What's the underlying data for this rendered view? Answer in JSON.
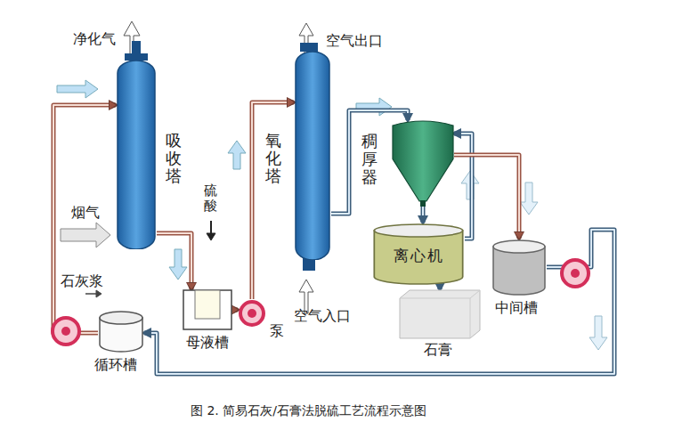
{
  "diagram": {
    "caption": "图 2. 简易石灰/石膏法脱硫工艺流程示意图",
    "nodes": [
      {
        "text": [
          "吸收塔"
        ]
      },
      {
        "text": [
          "氧化塔"
        ]
      },
      {
        "text": [
          "稠厚器"
        ]
      },
      {
        "text": [
          "离心机"
        ]
      },
      {
        "text": [
          "母液槽"
        ]
      },
      {
        "text": [
          "泵"
        ]
      },
      {
        "text": [
          "中间槽"
        ]
      },
      {
        "text": [
          "循环槽"
        ]
      },
      {
        "text": [
          "石膏"
        ]
      }
    ],
    "edges": [
      {
        "from": 0,
        "to": 4,
        "arrow": "to"
      },
      {
        "from": 4,
        "to": 5,
        "arrow": "to"
      },
      {
        "from": 5,
        "to": 1,
        "arrow": "to"
      },
      {
        "from": 1,
        "to": 2,
        "arrow": "to"
      },
      {
        "from": 2,
        "to": 3,
        "arrow": "to"
      },
      {
        "from": 3,
        "to": 2,
        "arrow": "to"
      },
      {
        "from": 2,
        "to": 6,
        "arrow": "to"
      },
      {
        "from": 6,
        "to": 7,
        "arrow": "to"
      },
      {
        "from": 7,
        "to": 0,
        "arrow": "to"
      },
      {
        "from": 3,
        "to": 8,
        "arrow": "to"
      }
    ],
    "labels": [
      "净化气",
      "烟气",
      "石灰浆",
      "硫酸",
      "空气出口",
      "空气入口"
    ]
  }
}
